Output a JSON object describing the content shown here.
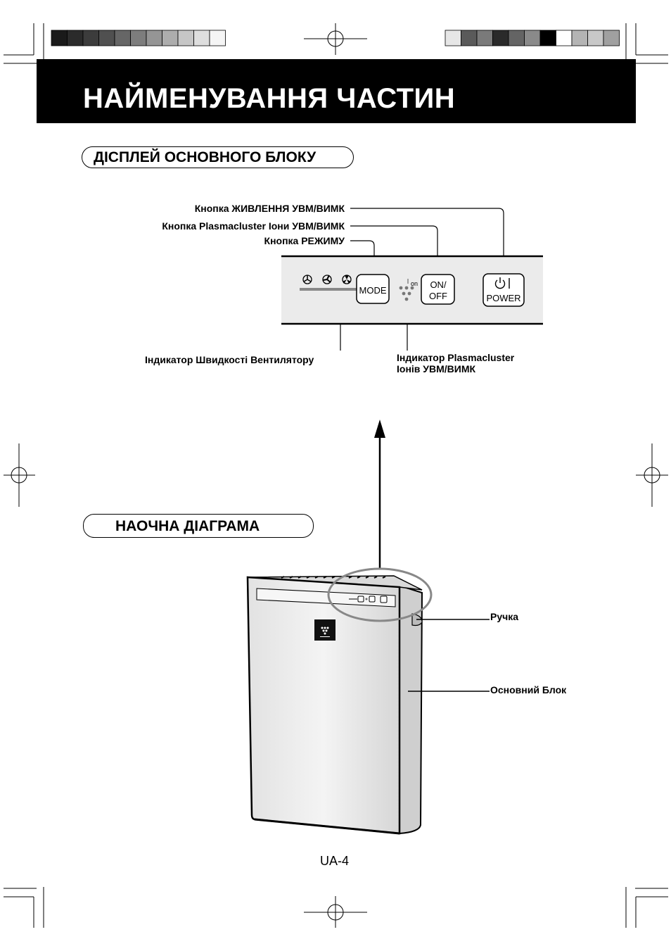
{
  "page": {
    "title": "НАЙМЕНУВАННЯ ЧАСТИН",
    "page_number": "UA-4"
  },
  "sections": {
    "display": {
      "title": "ДІСПЛЕЙ ОСНОВНОГО БЛОКУ"
    },
    "diagram": {
      "title": "НАОЧНА ДІАГРАМА"
    }
  },
  "display_labels": {
    "power_button": "Кнопка ЖИВЛЕННЯ УВМ/ВИМК",
    "plasmacluster_button": "Кнопка Plasmacluster Іони УВМ/ВИМК",
    "mode_button": "Кнопка РЕЖИМУ",
    "fan_speed_indicator": "Індикатор Швидкості Вентилятору",
    "plasmacluster_indicator_line1": "Індикатор Plasmacluster",
    "plasmacluster_indicator_line2": "Іонів УВМ/ВИМК"
  },
  "panel_buttons": {
    "mode": "MODE",
    "onoff_line1": "ON/",
    "onoff_line2": "OFF",
    "power_symbol": "⏻ |",
    "power": "POWER",
    "ion_label": "on"
  },
  "diagram_labels": {
    "handle": "Ручка",
    "main_unit": "Основний Блок"
  },
  "colors": {
    "registration_bar_left": [
      "#1a1a1a",
      "#2b2b2b",
      "#3c3c3c",
      "#505050",
      "#666666",
      "#7d7d7d",
      "#959595",
      "#adadad",
      "#c6c6c6",
      "#dedede",
      "#f5f5f5"
    ],
    "registration_bar_right": [
      "#e6e6e6",
      "#5a5a5a",
      "#7a7a7a",
      "#2a2a2a",
      "#646464",
      "#8a8a8a",
      "#000000",
      "#ffffff",
      "#b4b4b4",
      "#c8c8c8",
      "#a0a0a0"
    ],
    "panel_fill": "#ebebeb"
  }
}
